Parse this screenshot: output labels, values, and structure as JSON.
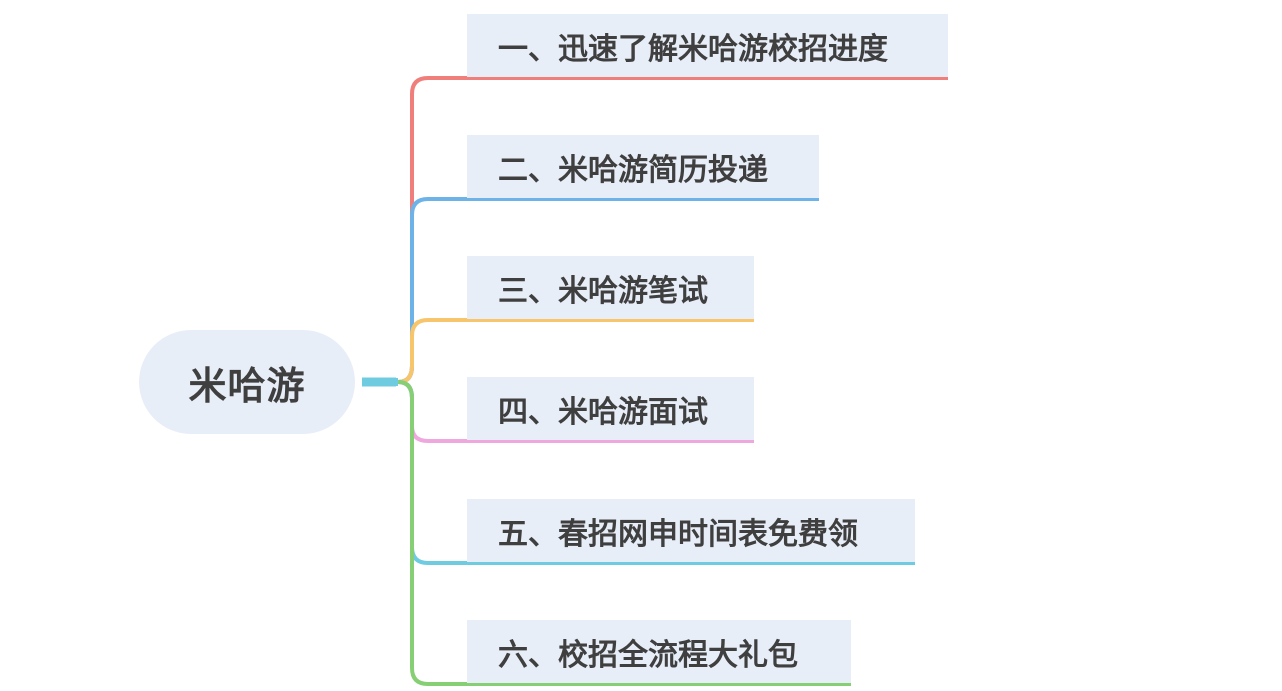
{
  "root": {
    "label": "米哈游"
  },
  "branches": [
    {
      "label": "一、迅速了解米哈游校招进度",
      "color": "#f07e7a"
    },
    {
      "label": "二、米哈游简历投递",
      "color": "#6eb3e8"
    },
    {
      "label": "三、米哈游笔试",
      "color": "#f7c56b"
    },
    {
      "label": "四、米哈游面试",
      "color": "#efa8de"
    },
    {
      "label": "五、春招网申时间表免费领",
      "color": "#6fcbe0"
    },
    {
      "label": "六、校招全流程大礼包",
      "color": "#86cf74"
    }
  ],
  "colors": {
    "node_fill": "#e8eef8",
    "text": "#3f3f3f",
    "trunk": "#6fcbe0"
  }
}
